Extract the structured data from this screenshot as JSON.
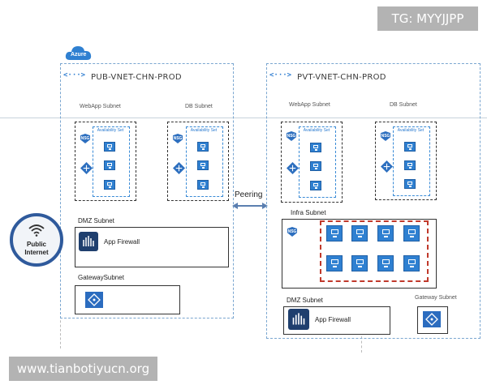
{
  "watermark_top": "TG: MYYJJPP",
  "watermark_bottom": "www.tianbotiyucn.org",
  "cloud_label": "Azure",
  "internet_label_1": "Public",
  "internet_label_2": "Internet",
  "peering_label": "Peering",
  "pub": {
    "title": "PUB-VNET-CHN-PROD",
    "webapp_label": "WebApp Subnet",
    "db_label": "DB Subnet",
    "dmz_label": "DMZ Subnet",
    "firewall_label": "App Firewall",
    "gateway_label": "GatewaySubnet",
    "availability_label": "Availability Set",
    "nsg": "NSG"
  },
  "pvt": {
    "title": "PVT-VNET-CHN-PROD",
    "webapp_label": "WebApp Subnet",
    "db_label": "DB Subnet",
    "infra_label": "Infra Subnet",
    "dmz_label": "DMZ Subnet",
    "firewall_label": "App Firewall",
    "gateway_label": "Gateway Subnet",
    "availability_label": "Availability Set",
    "nsg": "NSG"
  },
  "colors": {
    "azure_blue": "#2f80d1",
    "nsg_blue": "#2d6fbf",
    "firewall_navy": "#1f3f6e",
    "infra_red_dash": "#c0392b",
    "vnet_dash": "#7aa6d0"
  },
  "icons": [
    "cloud-icon",
    "vnet-icon",
    "nsg-shield-icon",
    "load-balancer-icon",
    "vm-icon",
    "firewall-icon",
    "gateway-icon",
    "wifi-icon",
    "bidirectional-arrow-icon"
  ]
}
